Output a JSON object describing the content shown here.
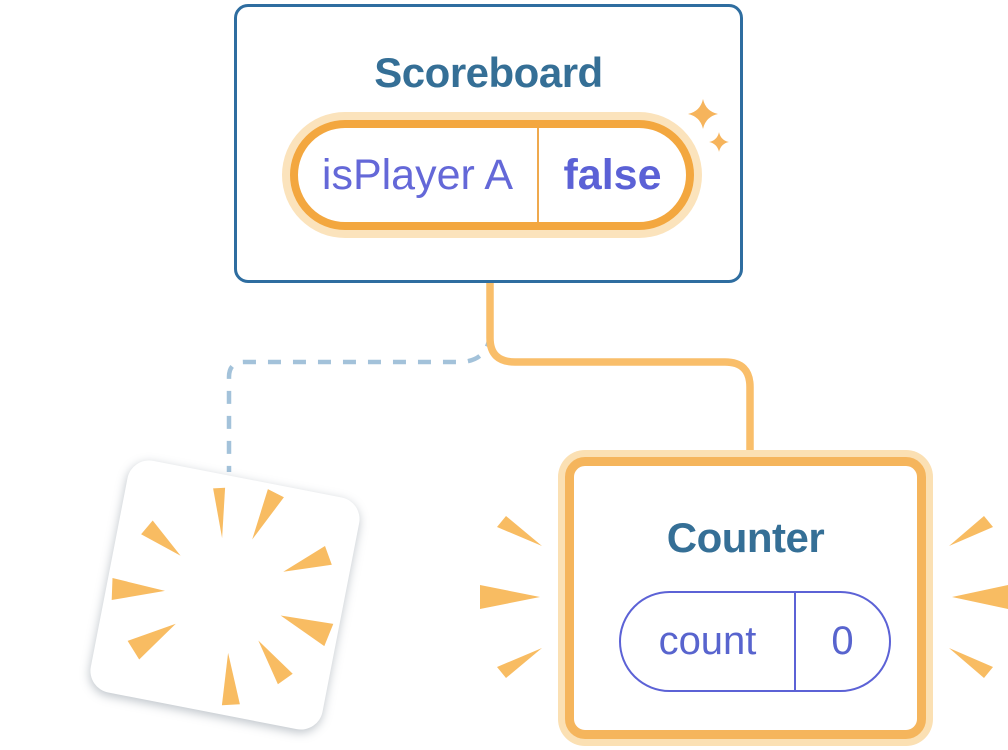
{
  "scoreboard": {
    "title": "Scoreboard",
    "state": {
      "name": "isPlayer A",
      "value": "false"
    }
  },
  "counter": {
    "title": "Counter",
    "state": {
      "name": "count",
      "value": "0"
    }
  },
  "colors": {
    "card_border_blue": "#2E6DA0",
    "title_blue": "#356F96",
    "pill_border_orange": "#F3A73F",
    "pill_glow_orange": "#FBE3BC",
    "counter_border_orange": "#F5B55C",
    "connector_orange": "#F9BE6A",
    "connector_dashed_blue": "#A3C2DA",
    "state_indigo": "#5C62D6",
    "state_text_indigo": "#6468D8",
    "state_value_indigo": "#5B61D6",
    "burst_orange": "#F8BC62",
    "background": "#FFFFFF"
  },
  "icons": {
    "sparkles": "sparkle-icon",
    "burst": "burst-icon",
    "emphasis_rays": "emphasis-rays-icon"
  }
}
